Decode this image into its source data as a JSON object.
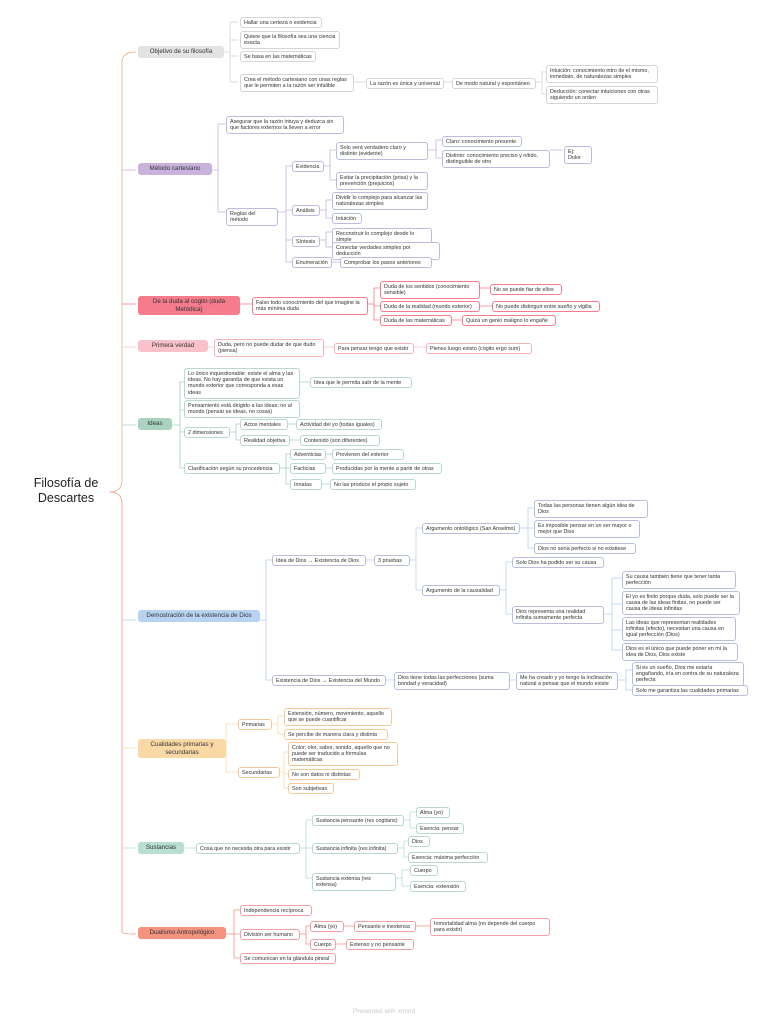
{
  "root": {
    "title": "Filosofía de Descartes"
  },
  "footer": {
    "text": "Presented with xmind"
  },
  "branches": {
    "objetivo": {
      "label": "Objetivo de su filosofía",
      "items": [
        "Hallar una certeza o evidencia",
        "Quiere que la filosofía sea una ciencia exacta",
        "Se basa en las matemáticas",
        "Crea el método cartesiano con unas reglas que le permiten a la razón ser infalible"
      ],
      "razon": "La razón es única y universal",
      "modo": "De modo natural y espontáneo",
      "intuicion": "Intuición: conocimiento intro de el mismo, inmediato, de naturalezas simples",
      "deduccion": "Deducción: conectar intuiciones con otras siguiendo un orden"
    },
    "metodo": {
      "label": "Método cartesiano",
      "intro": "Asegurar que la razón intuya y deduzca sin que factores externos la lleven a error",
      "reglas": "Reglas del método",
      "evidencia": "Evidencia",
      "ev1": "Solo será verdadero claro y distinto (evidente)",
      "claro": "Claro: conocimiento presente",
      "distinto": "Distinto: conocimiento preciso y nítido, distinguible de otro",
      "ej": "Ej: Dolor",
      "ev2": "Evitar la precipitación (prisa) y la prevención (prejuicios)",
      "analisis": "Análisis",
      "an1": "Dividir lo complejo para alcanzar las naturalezas simples",
      "an2": "Intuición",
      "sintesis": "Síntesis",
      "si1": "Reconstruir lo complejo desde lo simple",
      "si2": "Conectar verdades simples por deducción",
      "enumeracion": "Enumeración",
      "en1": "Comprobar los pasos anteriores"
    },
    "duda": {
      "label": "De la duda al cogito (duda Metódica)",
      "desc": "Falso todo conocimiento del que imagine la más mínima duda",
      "d1": "Duda de los sentidos (conocimiento sensible)",
      "r1": "No se puede fiar de ellos",
      "d2": "Duda de la realidad (mundo exterior)",
      "r2": "No puede distinguir entre sueño y vigilia",
      "d3": "Duda de las matemáticas",
      "r3": "Quizá un genio maligno lo engañe"
    },
    "primera": {
      "label": "Primera verdad",
      "p1": "Duda, pero no puede dudar de que dudo (piensa)",
      "p2": "Para pensar tengo que existir",
      "p3": "Pienso luego existo (cogito ergo sum)"
    },
    "ideas": {
      "label": "Ideas",
      "i1": "Lo único inquestionable: existe el alma y las ideas. No hay garantía de que exista un mundo exterior que corresponda a esas ideas",
      "i1r": "Idea que le permita salir de la mente",
      "i2": "Pensamiento está dirigido a las ideas; no al mundo (pensar es ideas, no cosas)",
      "dim": "2 dimensiones",
      "actos": "Actos mentales",
      "actos_r": "Actividad del yo (todas iguales)",
      "realidad": "Realidad objetiva",
      "realidad_r": "Contenido (son diferentes)",
      "clas": "Clasificación según su procedencia",
      "adv": "Adventicias",
      "adv_r": "Provienen del exterior",
      "fac": "Facticias",
      "fac_r": "Producidas por la mente a partir de otras",
      "inn": "Innatas",
      "inn_r": "No las produce el propio sujeto"
    },
    "demo": {
      "label": "Demostración de la existencia de Dios",
      "idea": "Idea de Dios → Existencia de Dios",
      "pruebas": "3 pruebas",
      "onto": "Argumento ontológico (San Anselmo)",
      "o1": "Todas las personas tienen algún idea de Dios",
      "o2": "Es imposible pensar en un ser mayor o mejor que Dios",
      "o3": "Dios no sería perfecto si no existiese",
      "causal": "Argumento de la causalidad",
      "c1": "Solo Dios ha podido ser su causa",
      "c2": "Dios representa una realidad infinita sumamente perfecta",
      "c21": "Su causa también tiene que tener tanta perfección",
      "c22": "El yo es finito porque duda, solo puede ser la causa de las ideas finitas, no puede ser causa de ideas infinitas",
      "c23": "Las ideas que representan realidades infinitas (efecto), necesitan una causa en igual perfección (Dios)",
      "c24": "Dios es el único que puede poner en mí la idea de Dios, Dios existe",
      "exist": "Existencia de Dios → Existencia del Mundo",
      "e1": "Dios tiene todas las perfecciones (suma bondad y veracidad)",
      "e2": "Me ha creado y yo tengo la inclinación natural a pensar que el mundo existe",
      "e3": "Si es un sueño, Dios me estaría engañando, iría en contra de su naturaleza perfecta",
      "e4": "Solo me garantiza las cualidades primarias"
    },
    "cualidades": {
      "label": "Cualidades primarias y secundarias",
      "prim": "Primarias",
      "p1": "Extensión, número, movimiento, aquello que se puede cuantificar",
      "p2": "Se percibe de manera clara y distinta",
      "sec": "Secundarias",
      "s1": "Color, olor, sabor, sonido, aquello que no puede ser traducido a fórmulas matemáticas",
      "s2": "No son datos ni distintas",
      "s3": "Son subjetivas"
    },
    "sustancias": {
      "label": "Sustancias",
      "def": "Cosa que no necesita otra para existir",
      "pens": "Sustancia pensante (res cogitans)",
      "alma": "Alma (yo)",
      "esencia_pensar": "Esencia: pensar",
      "inf": "Sustancia infinita (res infinita)",
      "dios": "Dios",
      "esencia_perf": "Esencia: máxima perfección",
      "ext": "Sustancia extensa (res extensa)",
      "cuerpo": "Cuerpo",
      "esencia_ext": "Esencia: extensión"
    },
    "dualismo": {
      "label": "Dualismo Antropológico",
      "indep": "Independencia recíproca",
      "division": "División ser humano",
      "alma": "Alma (yo)",
      "alma_r": "Pensante e inextensa",
      "inmortal": "Inmortalidad alma (no depende del cuerpo para existir)",
      "cuerpo": "Cuerpo",
      "cuerpo_r": "Extenso y no pensante",
      "glandula": "Se comunican en la glándula pineal"
    }
  },
  "colors": {
    "objetivo": "#e3e3e3",
    "metodo": "#c9b3dd",
    "duda": "#f57b8d",
    "primera": "#f9c1c9",
    "ideas": "#a9d3c0",
    "demo": "#b7d3f1",
    "cualidades": "#fbd9a6",
    "sustancias": "#b8dfcf",
    "dualismo": "#f2927f",
    "line": "#e8c7a6"
  }
}
